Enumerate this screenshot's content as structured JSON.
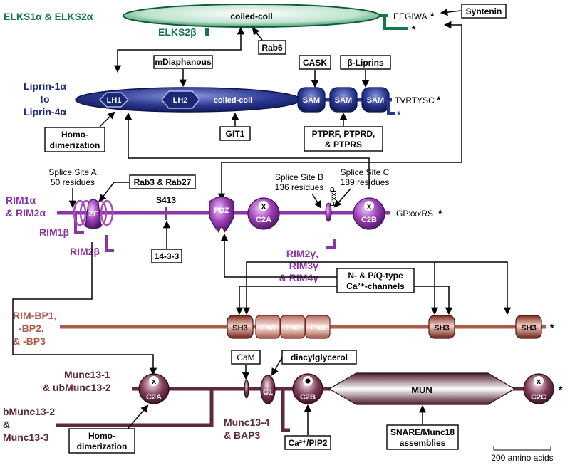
{
  "colors": {
    "elks": "#117a4a",
    "liprin": "#1e2c86",
    "rim": "#8c35a5",
    "rimbp": "#b05a4a",
    "munc": "#5b2a3c"
  },
  "elks": {
    "title": "ELKS1α & ELKS2α",
    "beta": "ELKS2β",
    "domain": "coiled-coil",
    "end": "EEGIWA",
    "star": "*"
  },
  "liprin": {
    "title_line1": "Liprin-1α",
    "title_line2": "to",
    "title_line3": "Liprin-4α",
    "lh1": "LH1",
    "lh2": "LH2",
    "coiled": "coiled-coil",
    "sam": "SAM",
    "end": "TVRTYSC",
    "star": "*"
  },
  "rim": {
    "title_line1": "RIM1α",
    "title_line2": "& RIM2α",
    "rim1b": "RIM1β",
    "rim2b": "RIM2β",
    "gamma_line1": "RIM2γ,",
    "gamma_line2": "RIM3γ",
    "gamma_line3": "& RIM4γ",
    "zf": "ZF",
    "s413": "S413",
    "pdz": "PDZ",
    "c2a": "C2A",
    "c2b": "C2B",
    "pxxp": "PxxP",
    "end": "GPxxxRS",
    "star": "*",
    "splice_a_line1": "Splice Site A",
    "splice_a_line2": "50 residues",
    "splice_b_line1": "Splice Site B",
    "splice_b_line2": "136 residues",
    "splice_c_line1": "Splice Site C",
    "splice_c_line2": "189 residues"
  },
  "rimbp": {
    "title_line1": "RIM-BP1,",
    "title_line2": "-BP2,",
    "title_line3": "& -BP3",
    "sh3": "SH3",
    "fn3": "FN3",
    "star": "*"
  },
  "munc": {
    "title1_line1": "Munc13-1",
    "title1_line2": "& ubMunc13-2",
    "title2_line1": "bMunc13-2",
    "title2_line2": "&",
    "title2_line3": "Munc13-3",
    "title3_line1": "Munc13-4",
    "title3_line2": "& BAP3",
    "c2a": "C2A",
    "c1": "C1",
    "c2b": "C2B",
    "mun": "MUN",
    "c2c": "C2C",
    "star": "*"
  },
  "boxes": {
    "syntenin": "Syntenin",
    "rab6": "Rab6",
    "mdiaph": "mDiaphanous",
    "cask": "CASK",
    "bliprins": "β-Liprins",
    "homodim_line1": "Homo-",
    "homodim_line2": "dimerization",
    "git1": "GIT1",
    "ptp_line1": "PTPRF, PTPRD,",
    "ptp_line2": "& PTPRS",
    "rab3": "Rab3 & Rab27",
    "r1433": "14-3-3",
    "cach_line1": "N- & P/Q-type",
    "cach_line2": "Ca²⁺-channels",
    "cam": "CaM",
    "dag": "diacylglycerol",
    "homodim2_line1": "Homo-",
    "homodim2_line2": "dimerization",
    "capip_line1": "Ca²⁺/PIP2",
    "snare_line1": "SNARE/Munc18",
    "snare_line2": "assemblies"
  },
  "scale": {
    "label": "200 amino acids"
  }
}
